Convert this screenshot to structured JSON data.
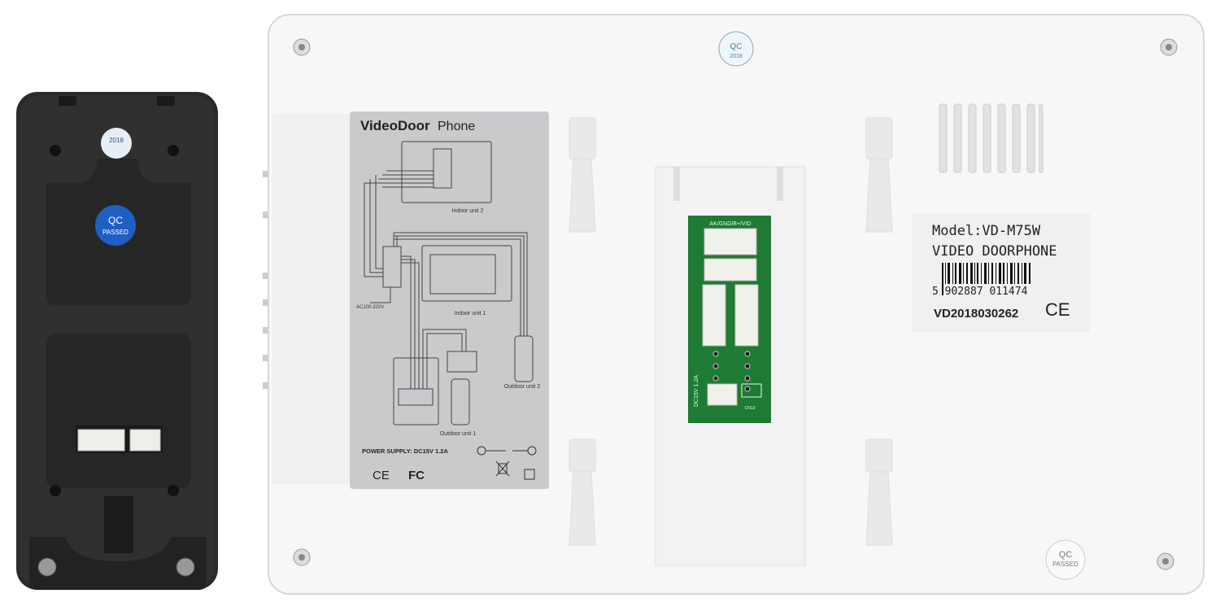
{
  "outdoor_unit": {
    "qc_sticker": {
      "line1": "QC",
      "line2": "PASSED"
    },
    "date_sticker": "2018",
    "colors": {
      "body": "#2b2b2b",
      "recess": "#333333",
      "qc": "#1f5fc4"
    }
  },
  "monitor": {
    "top_qc_sticker": {
      "line1": "QC",
      "line2": "2018"
    },
    "bottom_qc_sticker": {
      "line1": "QC",
      "line2": "PASSED"
    },
    "diagram_sticker": {
      "title_bold": "VideoDoor",
      "title_light": "Phone",
      "indoor_unit_2": "Indoor unit 2",
      "indoor_unit_1": "Indoor unit 1",
      "ac_label": "AC100-220V",
      "outdoor_unit_1": "Outdoor unit 1",
      "outdoor_unit_2": "Outdoor unit 2",
      "power_supply": "POWER SUPPLY: DC15V 1.2A",
      "ce": "CE",
      "fcc": "FC"
    },
    "pcb": {
      "top_label": "AK/GND/B+/VID",
      "side_label": "DC15V 1.2A",
      "cn_label": "CN13",
      "colors": {
        "board": "#1f7a34"
      }
    },
    "model_label": {
      "model": "Model:VD-M75W",
      "product": "VIDEO DOORPHONE",
      "barcode_number": "5 902887 011474",
      "serial": "VD2018030262",
      "ce": "CE"
    }
  }
}
